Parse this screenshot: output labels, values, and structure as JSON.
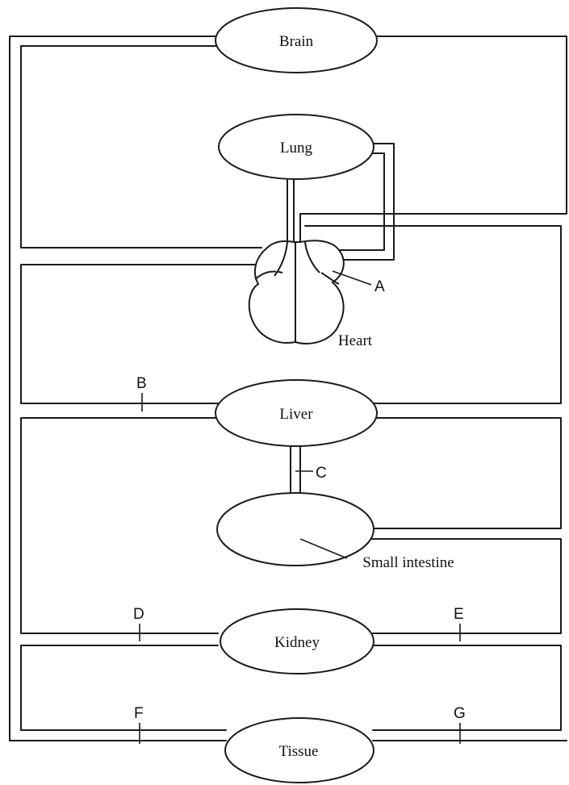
{
  "organs": {
    "brain": "Brain",
    "lung": "Lung",
    "heart": "Heart",
    "liver": "Liver",
    "small_intestine": "Small intestine",
    "kidney": "Kidney",
    "tissue": "Tissue"
  },
  "labels": {
    "a": "A",
    "b": "B",
    "c": "C",
    "d": "D",
    "e": "E",
    "f": "F",
    "g": "G"
  }
}
